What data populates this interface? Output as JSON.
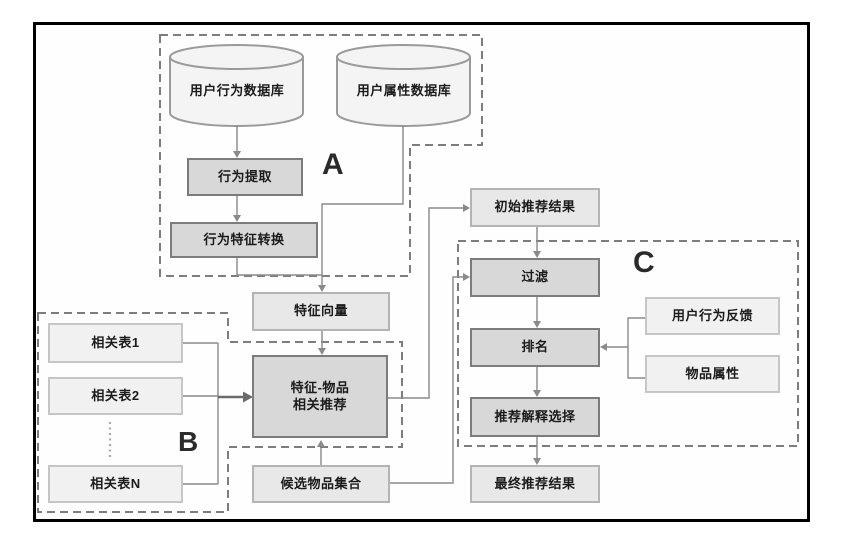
{
  "regions": {
    "a": {
      "label": "A"
    },
    "b": {
      "label": "B"
    },
    "c": {
      "label": "C"
    }
  },
  "nodes": {
    "behavior_db": "用户行为数据库",
    "attribute_db": "用户属性数据库",
    "behavior_extract": "行为提取",
    "behavior_feature_transform": "行为特征转换",
    "feature_vector": "特征向量",
    "initial_result": "初始推荐结果",
    "filter": "过滤",
    "rank": "排名",
    "explain_select": "推荐解释选择",
    "final_result": "最终推荐结果",
    "feature_item_rec": {
      "line1": "特征-物品",
      "line2": "相关推荐"
    },
    "candidate_set": "候选物品集合",
    "related_table_1": "相关表1",
    "related_table_2": "相关表2",
    "related_table_n": "相关表N",
    "user_feedback": "用户行为反馈",
    "item_attributes": "物品属性"
  },
  "edges": [
    "用户行为数据库 -> 行为提取",
    "行为提取 -> 行为特征转换",
    "行为特征转换 -> 特征向量",
    "用户属性数据库 -> 特征向量",
    "特征向量 -> 特征-物品相关推荐",
    "相关表1 -> 特征-物品相关推荐",
    "相关表2 -> 特征-物品相关推荐",
    "相关表N -> 特征-物品相关推荐",
    "候选物品集合 -> 特征-物品相关推荐",
    "特征-物品相关推荐 -> 初始推荐结果",
    "初始推荐结果 -> 过滤",
    "候选物品集合 -> 过滤",
    "过滤 -> 排名",
    "用户行为反馈 -> 排名",
    "物品属性 -> 排名",
    "排名 -> 推荐解释选择",
    "推荐解释选择 -> 最终推荐结果"
  ],
  "colors": {
    "frame": "#000000",
    "process_fill": "#d8d8d8",
    "process_border": "#7c7c7c",
    "data_fill": "#e8e8e8",
    "data_border": "#b4b4b4",
    "input_fill": "#f1f1f1",
    "input_border": "#c6c6c6",
    "cylinder_fill": "#f4f4f4",
    "cylinder_stroke": "#9a9a9a",
    "connector": "#8a8a8a",
    "dashed_region": "#7d7d7d"
  }
}
